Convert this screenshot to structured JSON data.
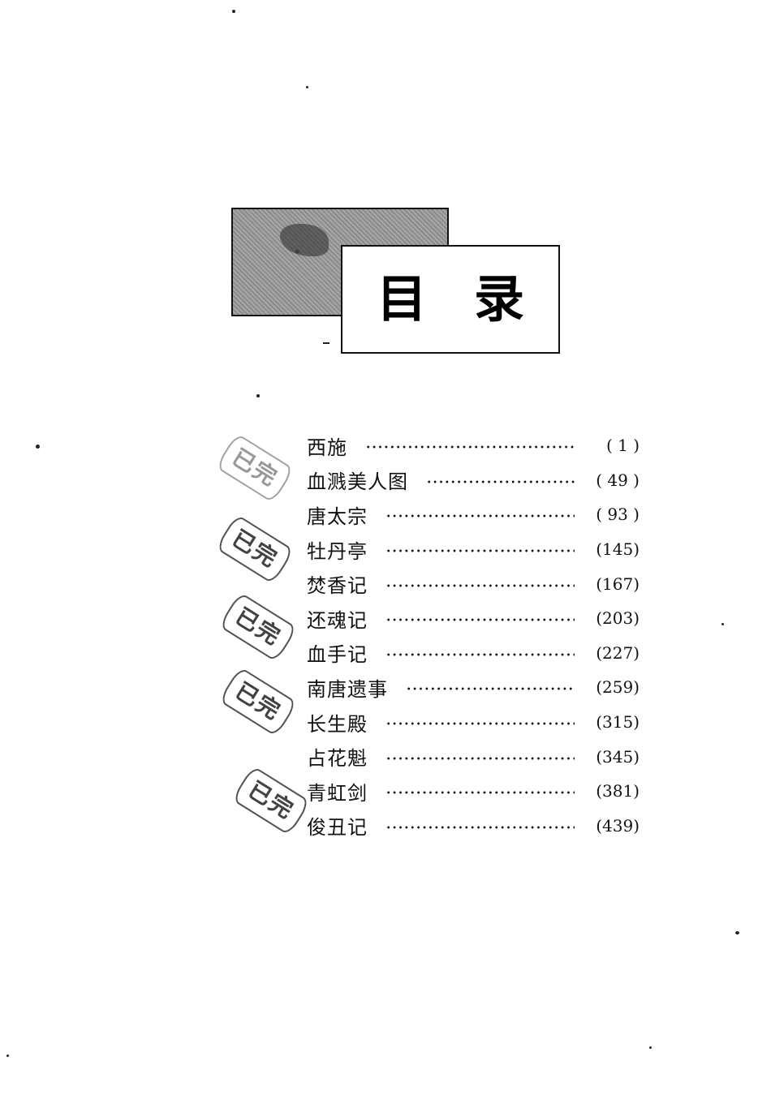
{
  "header": {
    "title_chars": [
      "目",
      "录"
    ],
    "photo_icon": "illustration-image"
  },
  "toc": {
    "entries": [
      {
        "title": "西施",
        "page": "( 1 )"
      },
      {
        "title": "血溅美人图",
        "page": "( 49 )"
      },
      {
        "title": "唐太宗",
        "page": "( 93 )"
      },
      {
        "title": "牡丹亭",
        "page": "(145)"
      },
      {
        "title": "焚香记",
        "page": "(167)"
      },
      {
        "title": "还魂记",
        "page": "(203)"
      },
      {
        "title": "血手记",
        "page": "(227)"
      },
      {
        "title": "南唐遗事",
        "page": "(259)"
      },
      {
        "title": "长生殿",
        "page": "(315)"
      },
      {
        "title": "占花魁",
        "page": "(345)"
      },
      {
        "title": "青虹剑",
        "page": "(381)"
      },
      {
        "title": "俊丑记",
        "page": "(439)"
      }
    ]
  },
  "stamps": [
    "已完",
    "已完",
    "已完",
    "已完",
    "已完"
  ]
}
